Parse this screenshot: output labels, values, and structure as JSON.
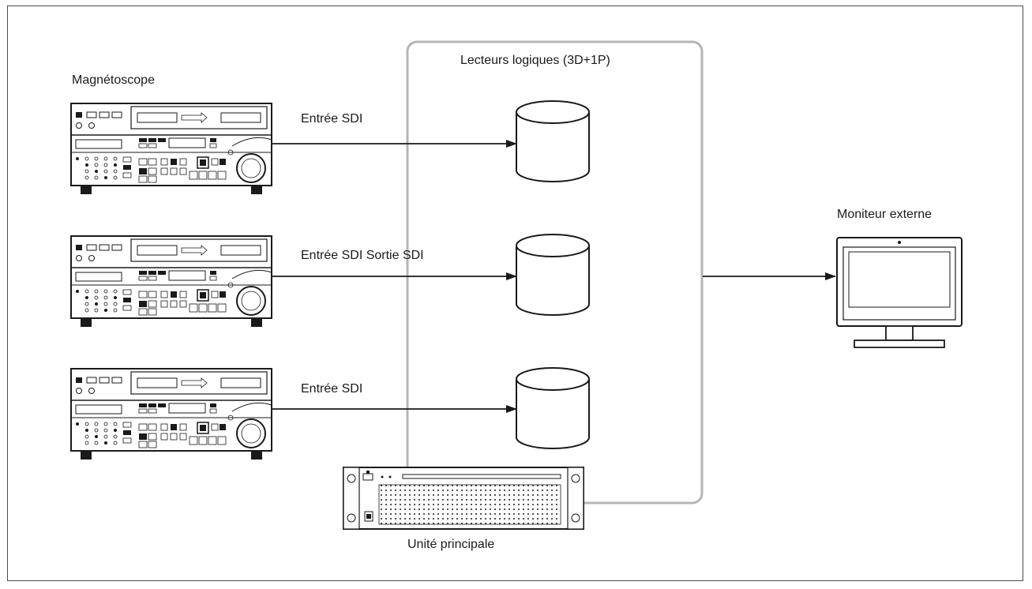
{
  "labels": {
    "vtr_group": "Magnétoscope",
    "logical_drives": "Lecteurs logiques (3D+1P)",
    "input_1": "Entrée SDI",
    "input_2": "Entrée SDI Sortie SDI",
    "input_3": "Entrée SDI",
    "monitor": "Moniteur externe",
    "main_unit": "Unité principale"
  },
  "colors": {
    "line": "#1a1a1a",
    "enclosure": "#b5b5b5",
    "frame": "#4a4a4a"
  },
  "icons": [
    "vtr-deck-icon",
    "disk-cylinder-icon",
    "server-unit-icon",
    "monitor-icon",
    "arrow-icon"
  ]
}
